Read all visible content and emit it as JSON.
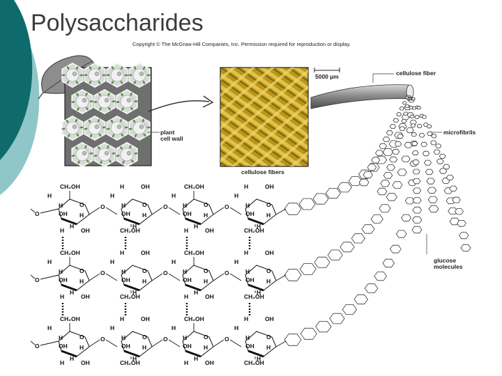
{
  "slide": {
    "title": "Polysaccharides",
    "copyright": "Copyright © The McGraw-Hill Companies, Inc. Permission required for reproduction or display."
  },
  "labels": {
    "plant_cell_wall": [
      "plant",
      "cell wall"
    ],
    "cellulose_fibers": "cellulose fibers",
    "scale_bar": "5000 µm",
    "cellulose_fiber": "cellulose fiber",
    "microfibrils": "microfibrils",
    "glucose_molecules": [
      "glucose",
      "molecules"
    ]
  },
  "structure": {
    "atom_h": "H",
    "atom_o": "O",
    "group_oh": "OH",
    "group_ch2oh": "CH₂OH"
  },
  "colors": {
    "accent_teal": "#0f6b6b",
    "accent_light_teal": "#8fc6c8",
    "fiber_yellow": "#c9a51f",
    "title_gray": "#3c3c3c"
  }
}
